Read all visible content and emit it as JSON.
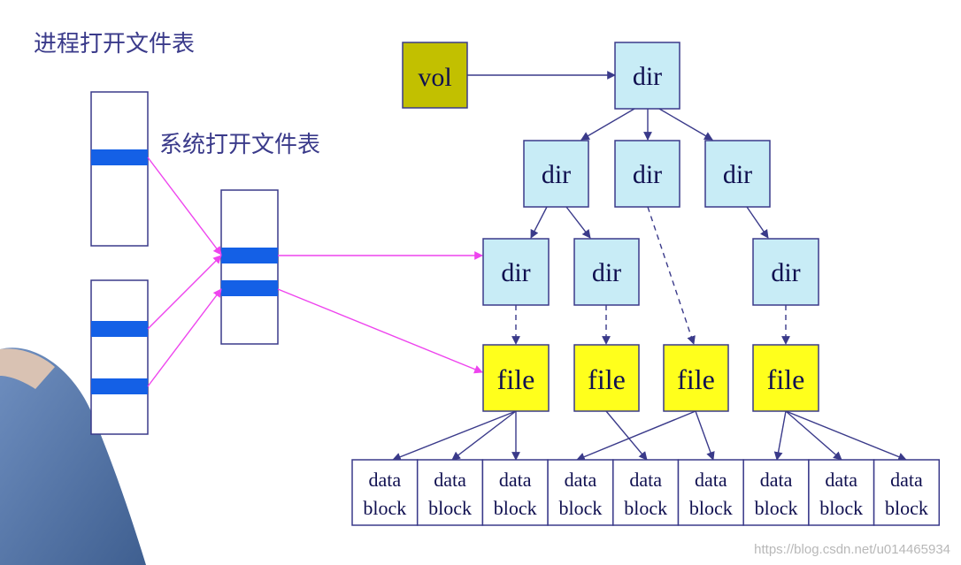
{
  "labels": {
    "process_table": "进程打开文件表",
    "system_table": "系统打开文件表"
  },
  "nodes": {
    "vol": "vol",
    "dir": "dir",
    "file": "file"
  },
  "data_block": {
    "line1": "data",
    "line2": "block",
    "count": 9
  },
  "watermark": "https://blog.csdn.net/u014465934",
  "colors": {
    "vol_fill": "#c2c000",
    "dir_fill": "#c8ecf6",
    "file_fill": "#ffff1c",
    "table_slot": "#1460e6",
    "pointer_line": "#ee44ee",
    "tree_line": "#3a3a8a"
  }
}
